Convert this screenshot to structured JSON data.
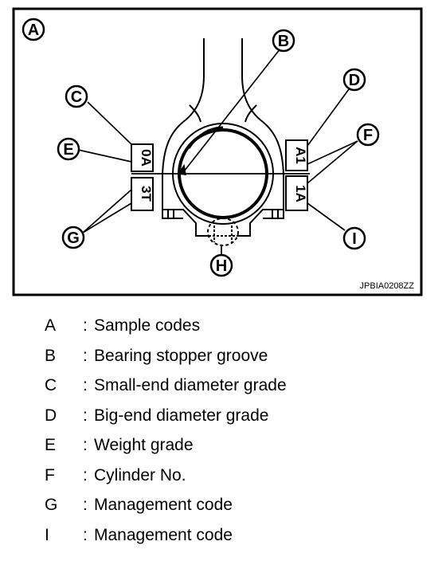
{
  "diagram": {
    "figure_id": "JPBIA0208ZZ",
    "callouts": {
      "a": "A",
      "b": "B",
      "c": "C",
      "d": "D",
      "e": "E",
      "f": "F",
      "g": "G",
      "h": "H",
      "i": "I"
    },
    "left_code_top": "0A",
    "left_code_bottom": "3T",
    "right_code_top": "A1",
    "right_code_bottom": "1A"
  },
  "legend": [
    {
      "key": "A",
      "colon": ":",
      "text": "Sample codes"
    },
    {
      "key": "B",
      "colon": ":",
      "text": "Bearing stopper groove"
    },
    {
      "key": "C",
      "colon": ":",
      "text": "Small-end diameter grade"
    },
    {
      "key": "D",
      "colon": ":",
      "text": "Big-end diameter grade"
    },
    {
      "key": "E",
      "colon": ":",
      "text": "Weight grade"
    },
    {
      "key": "F",
      "colon": ":",
      "text": "Cylinder No."
    },
    {
      "key": "G",
      "colon": ":",
      "text": "Management code"
    },
    {
      "key": "I",
      "colon": ":",
      "text": "Management code"
    }
  ]
}
